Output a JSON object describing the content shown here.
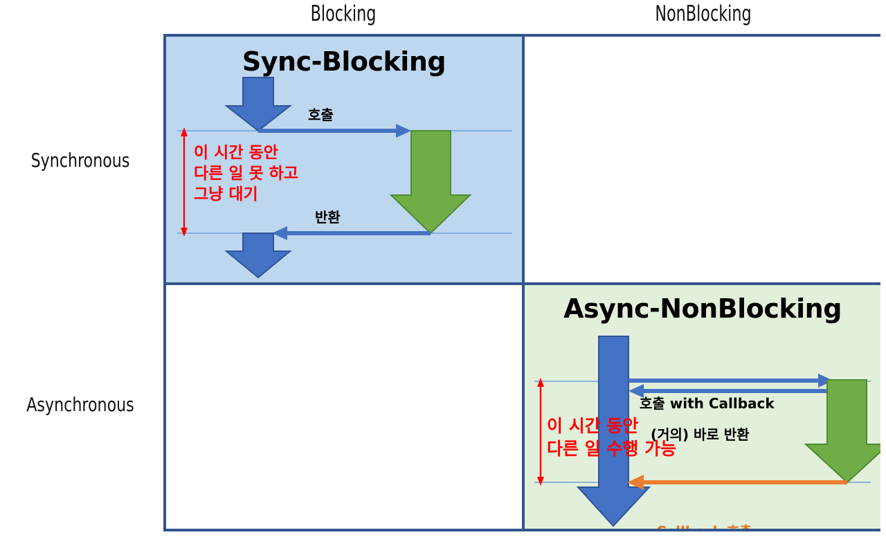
{
  "diagram": {
    "title_implicit": "Blocking/NonBlocking vs Synchronous/Asynchronous matrix",
    "columns": [
      {
        "id": "blocking",
        "label": "Blocking"
      },
      {
        "id": "nonblocking",
        "label": "NonBlocking"
      }
    ],
    "rows": [
      {
        "id": "synchronous",
        "label": "Synchronous"
      },
      {
        "id": "asynchronous",
        "label": "Asynchronous"
      }
    ],
    "colors": {
      "grid_border": "#33548d",
      "sync_blocking_bg": "#bdd7ee",
      "async_nonblocking_bg": "#e2efda",
      "caller_arrow": "#4472c4",
      "callee_arrow": "#70ad47",
      "callback_arrow": "#ed7d31",
      "annotation_red": "#ff0000",
      "empty_cell_bg": "#ffffff"
    },
    "cells": {
      "sync_blocking": {
        "title": "Sync-Blocking",
        "filled": true,
        "call_label": "호출",
        "return_label": "반환",
        "note_lines": [
          "이 시간 동안",
          "다른 일 못 하고",
          "그냥 대기"
        ],
        "note_text": "이 시간 동안\n다른 일 못 하고\n그냥 대기"
      },
      "sync_nonblocking": {
        "title": "",
        "filled": false
      },
      "async_blocking": {
        "title": "",
        "filled": false
      },
      "async_nonblocking": {
        "title": "Async-NonBlocking",
        "filled": true,
        "call_label": "호출 with Callback",
        "return_label": "(거의) 바로 반환",
        "callback_label": "Callback 호출",
        "note_lines": [
          "이 시간 동안",
          "다른 일 수행 가능"
        ],
        "note_text": "이 시간 동안\n다른 일 수행 가능"
      }
    },
    "icons": {
      "caller_down_arrow": "arrow-down-icon",
      "callee_down_arrow": "arrow-down-icon",
      "call_right_arrow": "arrow-right-icon",
      "return_left_arrow": "arrow-left-icon",
      "callback_left_arrow": "arrow-left-icon",
      "duration_marker": "double-headed-vertical-arrow-icon"
    }
  }
}
